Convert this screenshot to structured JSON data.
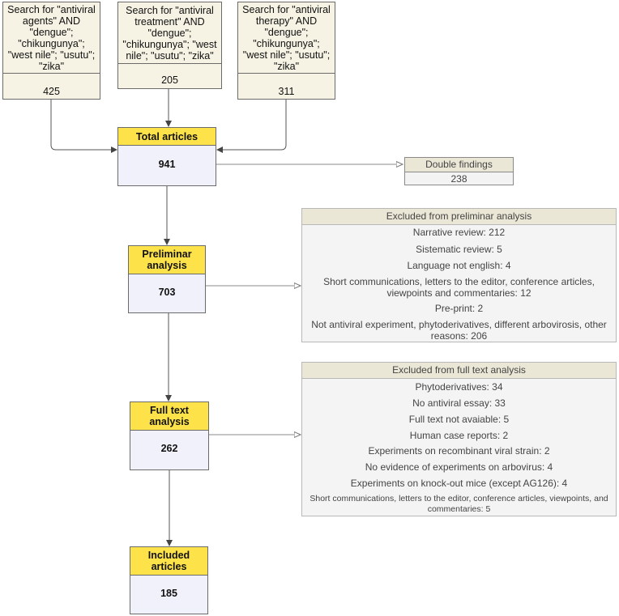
{
  "searches": [
    {
      "query": "Search for \"antiviral agents\" AND \"dengue\"; \"chikungunya\"; \"west nile\"; \"usutu\"; \"zika\"",
      "count": "425"
    },
    {
      "query": "Search for \"antiviral treatment\" AND \"dengue\"; \"chikungunya\"; \"west nile\"; \"usutu\"; \"zika\"",
      "count": "205"
    },
    {
      "query": "Search for \"antiviral therapy\" AND \"dengue\"; \"chikungunya\"; \"west nile\"; \"usutu\"; \"zika\"",
      "count": "311"
    }
  ],
  "stages": {
    "total": {
      "label": "Total articles",
      "count": "941"
    },
    "preliminary": {
      "label": "Preliminar analysis",
      "count": "703"
    },
    "fulltext": {
      "label": "Full text analysis",
      "count": "262"
    },
    "included": {
      "label": "Included articles",
      "count": "185"
    }
  },
  "double_findings": {
    "label": "Double findings",
    "count": "238"
  },
  "excluded_preliminary": {
    "title": "Excluded from preliminar analysis",
    "items": [
      "Narrative review: 212",
      "Sistematic review: 5",
      "Language not english: 4",
      "Short communications, letters to the editor, conference articles, viewpoints and commentaries: 12",
      "Pre-print: 2",
      "Not antiviral experiment, phytoderivatives, different arbovirosis, other reasons: 206"
    ]
  },
  "excluded_fulltext": {
    "title": "Excluded from full text analysis",
    "items": [
      "Phytoderivatives: 34",
      "No antiviral essay: 33",
      "Full text not avaiable: 5",
      "Human case reports: 2",
      "Experiments on recombinant viral strain: 2",
      "No evidence of experiments on arbovirus: 4",
      "Experiments on knock-out mice (except AG126): 4",
      "Short communications, letters to the editor, conference articles, viewpoints, and commentaries: 5"
    ]
  },
  "colors": {
    "search_fill": "#f6f3e4",
    "stage_header": "#fde24a",
    "stage_fill": "#f1f1fb",
    "panel_header": "#ebe7d7",
    "panel_fill": "#f4f4f4"
  }
}
